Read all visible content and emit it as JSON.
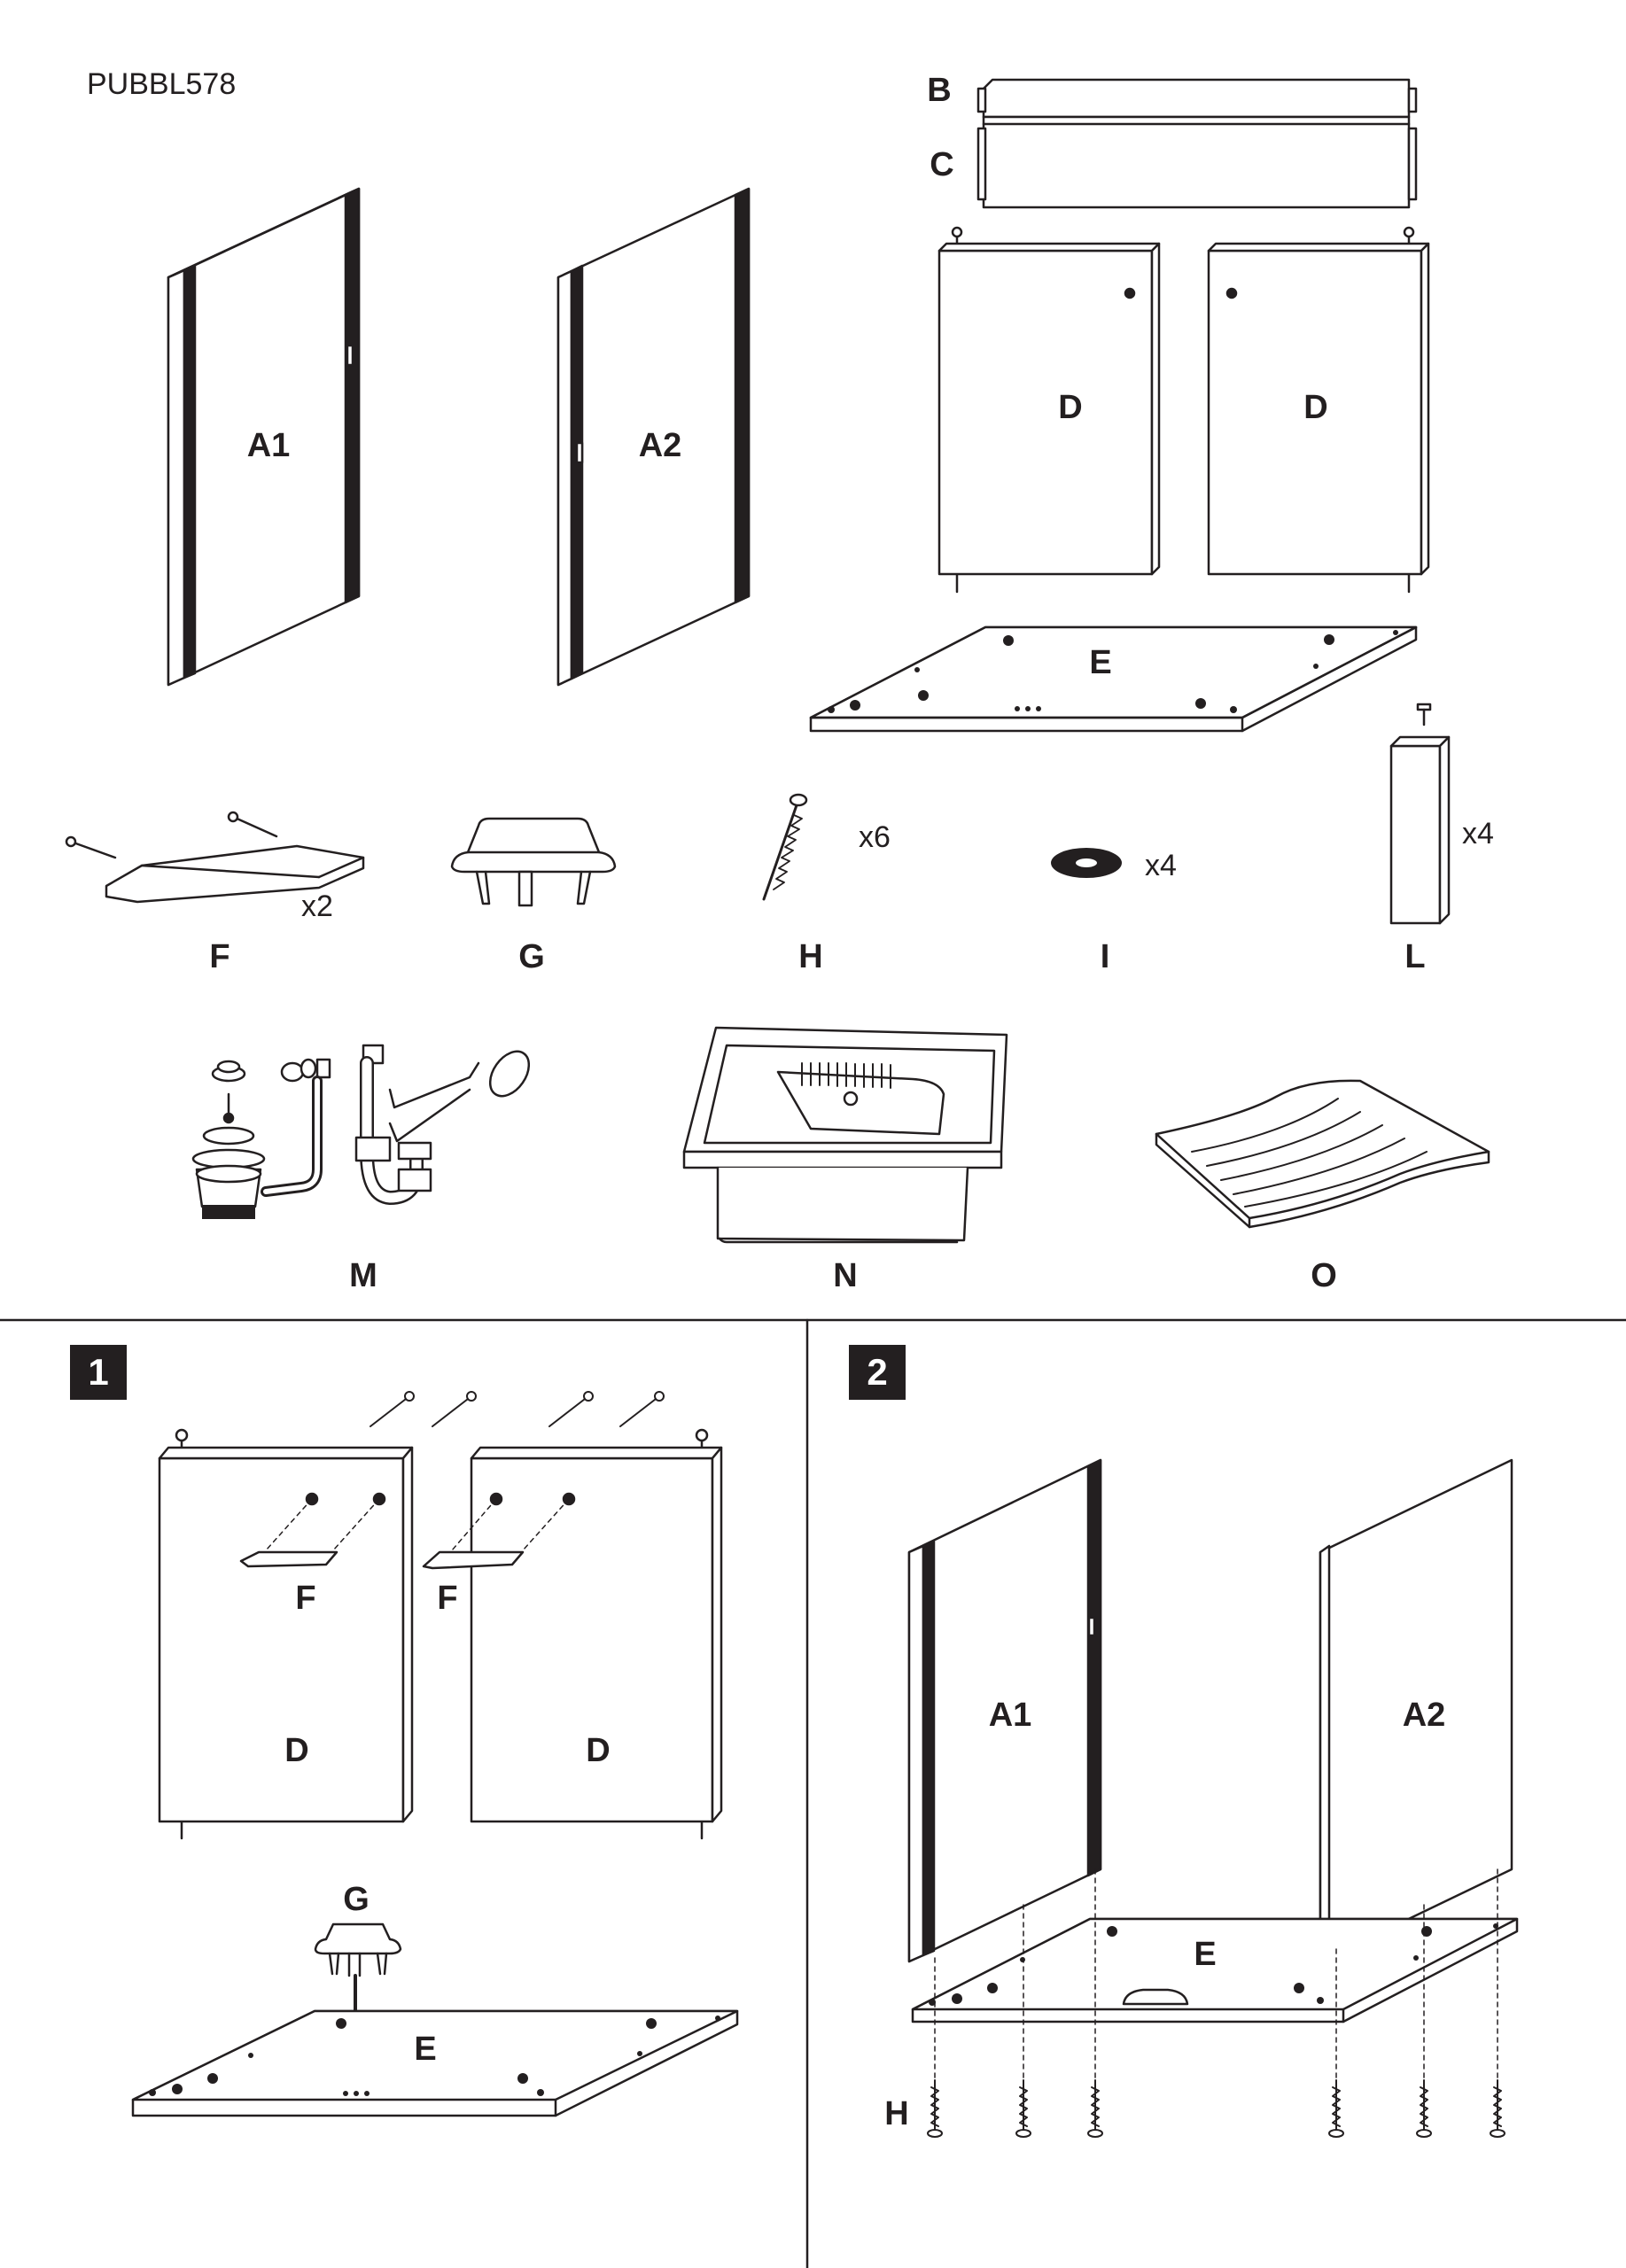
{
  "document": {
    "product_code": "PUBBL578"
  },
  "parts": [
    {
      "id": "A1",
      "label": "A1",
      "qty": ""
    },
    {
      "id": "A2",
      "label": "A2",
      "qty": ""
    },
    {
      "id": "B",
      "label": "B",
      "qty": ""
    },
    {
      "id": "C",
      "label": "C",
      "qty": ""
    },
    {
      "id": "D",
      "label": "D",
      "qty": ""
    },
    {
      "id": "E",
      "label": "E",
      "qty": ""
    },
    {
      "id": "F",
      "label": "F",
      "qty": "x2"
    },
    {
      "id": "G",
      "label": "G",
      "qty": ""
    },
    {
      "id": "H",
      "label": "H",
      "qty": "x6"
    },
    {
      "id": "I",
      "label": "I",
      "qty": "x4"
    },
    {
      "id": "L",
      "label": "L",
      "qty": "x4"
    },
    {
      "id": "M",
      "label": "M",
      "qty": ""
    },
    {
      "id": "N",
      "label": "N",
      "qty": ""
    },
    {
      "id": "O",
      "label": "O",
      "qty": ""
    }
  ],
  "steps": [
    {
      "number": "1",
      "labels": {
        "f_left": "F",
        "f_right": "F",
        "d_left": "D",
        "d_right": "D",
        "g": "G",
        "e": "E"
      }
    },
    {
      "number": "2",
      "labels": {
        "a1": "A1",
        "a2": "A2",
        "e": "E",
        "h": "H"
      }
    }
  ],
  "colors": {
    "ink": "#231f20",
    "background": "#ffffff"
  }
}
